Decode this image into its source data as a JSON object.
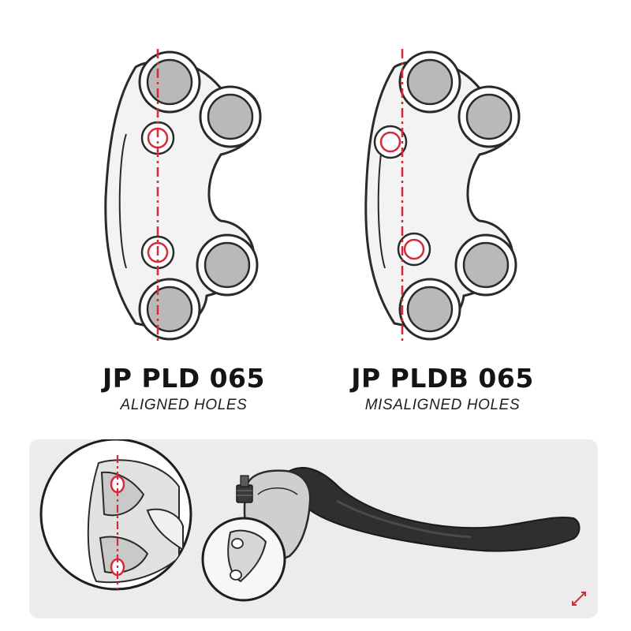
{
  "products": [
    {
      "name": "JP PLD 065",
      "description": "ALIGNED HOLES"
    },
    {
      "name": "JP PLDB 065",
      "description": "MISALIGNED HOLES"
    }
  ],
  "colors": {
    "outline": "#2a2a2a",
    "body_fill": "#f3f3f3",
    "boss_fill": "#b9b9b9",
    "guide_line": "#d42a3a",
    "panel_bg": "#ececec",
    "lever": "#2f2f2f",
    "expand_icon": "#d42a3a"
  },
  "icons": {
    "expand": "expand-arrows-icon"
  }
}
